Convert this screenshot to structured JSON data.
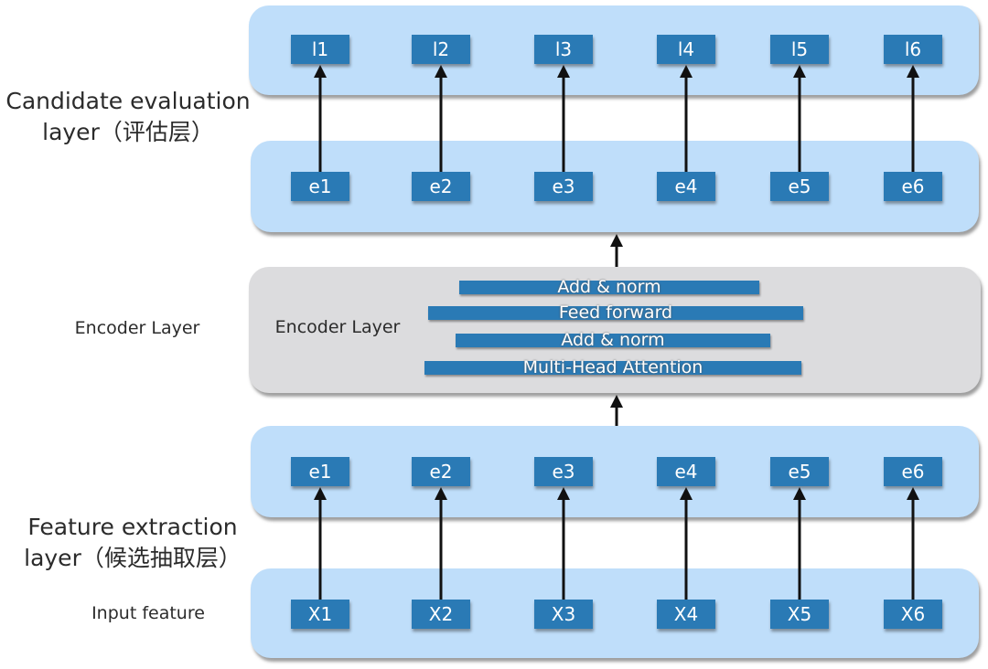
{
  "labels": {
    "candidate_eval": "Candidate evaluation",
    "candidate_eval_2": "layer（评估层）",
    "encoder_side": "Encoder Layer",
    "encoder_inner": "Encoder Layer",
    "feature_extract": "Feature extraction",
    "feature_extract_2": "layer（候选抽取层）",
    "input_feature": "Input feature"
  },
  "rows": {
    "top_l": [
      "l1",
      "l2",
      "l3",
      "l4",
      "l5",
      "l6"
    ],
    "top_e": [
      "e1",
      "e2",
      "e3",
      "e4",
      "e5",
      "e6"
    ],
    "bottom_e": [
      "e1",
      "e2",
      "e3",
      "e4",
      "e5",
      "e6"
    ],
    "inputs": [
      "X1",
      "X2",
      "X3",
      "X4",
      "X5",
      "X6"
    ]
  },
  "encoder_blocks": [
    "Add & norm",
    "Feed forward",
    "Add & norm",
    "Multi-Head Attention"
  ],
  "colors": {
    "panel_blue": "#bfdefa",
    "panel_gray": "#dcdcde",
    "node_blue": "#2a7ab5",
    "arrow": "#111111"
  }
}
